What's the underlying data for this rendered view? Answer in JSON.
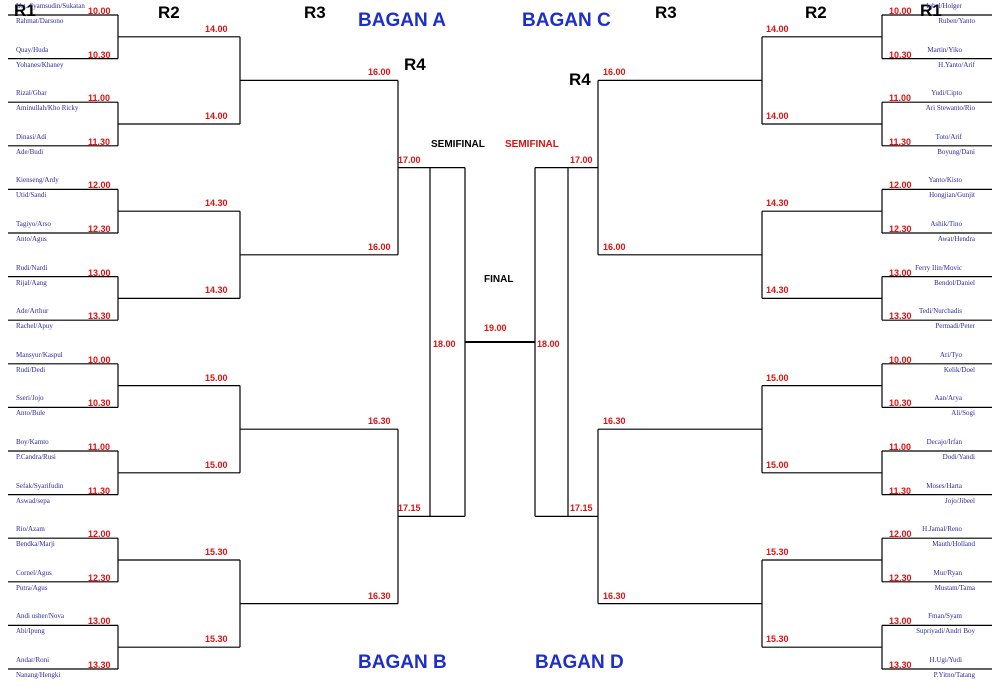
{
  "headers": {
    "left": [
      "R1",
      "R2",
      "R3",
      "R4"
    ],
    "right": [
      "R3",
      "R2",
      "R1",
      "R4"
    ]
  },
  "bagan": {
    "a": "BAGAN A",
    "b": "BAGAN B",
    "c": "BAGAN C",
    "d": "BAGAN D"
  },
  "labels": {
    "semifinal": "SEMIFINAL",
    "final": "FINAL"
  },
  "left_r1": [
    {
      "t1": "Ust. Syamsudin/Sukatan",
      "t2": "Rahmat/Darsono",
      "time": "10.00"
    },
    {
      "t1": "Quay/Huda",
      "t2": "Yohanes/Khaney",
      "time": "10.30"
    },
    {
      "t1": "Rizal/Gbar",
      "t2": "Aminullah/Kho Ricky",
      "time": "11.00"
    },
    {
      "t1": "Dinasi/Adi",
      "t2": "Ade/Budi",
      "time": "11.30"
    },
    {
      "t1": "Kienseng/Ardy",
      "t2": "Utid/Sandi",
      "time": "12.00"
    },
    {
      "t1": "Tagiyo/Arso",
      "t2": "Anto/Agus",
      "time": "12.30"
    },
    {
      "t1": "Rudi/Nardi",
      "t2": "Rijal/Aang",
      "time": "13.00"
    },
    {
      "t1": "Ade/Arthur",
      "t2": "Rachel/Apuy",
      "time": "13.30"
    },
    {
      "t1": "Mansyur/Kaspul",
      "t2": "Rudi/Dedi",
      "time": "10.00"
    },
    {
      "t1": "Sseri/Jojo",
      "t2": "Anto/Bule",
      "time": "10.30"
    },
    {
      "t1": "Boy/Kamto",
      "t2": "P.Candra/Rusi",
      "time": "11.00"
    },
    {
      "t1": "Sefak/Syarifudin",
      "t2": "Aswad/sepa",
      "time": "11.30"
    },
    {
      "t1": "Rio/Azam",
      "t2": "Bendka/Marji",
      "time": "12.00"
    },
    {
      "t1": "Cornel/Agus",
      "t2": "Putra/Agus",
      "time": "12.30"
    },
    {
      "t1": "Andi usher/Nova",
      "t2": "Abi/Ipung",
      "time": "13.00"
    },
    {
      "t1": "Andar/Roni",
      "t2": "Nanang/Hengki",
      "time": "13.30"
    }
  ],
  "left_r2": [
    "14.00",
    "14.00",
    "14.30",
    "14.30",
    "15.00",
    "15.00",
    "15.30",
    "15.30"
  ],
  "left_r3": [
    "16.00",
    "16.00",
    "16.30",
    "16.30"
  ],
  "left_r4": [
    "17.00",
    "17.15"
  ],
  "left_final": "18.00",
  "final_time": "19.00",
  "right_r1": [
    {
      "t1": "Iqbal/Holger",
      "t2": "Ruben/Yanto",
      "time": "10.00"
    },
    {
      "t1": "Martin/Yiko",
      "t2": "H.Yanto/Arif",
      "time": "10.30"
    },
    {
      "t1": "Yudi/Cipto",
      "t2": "Ari Stewanto/Rio",
      "time": "11.00"
    },
    {
      "t1": "Toto/Arif",
      "t2": "Boyung/Dani",
      "time": "11.30"
    },
    {
      "t1": "Yanto/Kisto",
      "t2": "Hongjian/Gunjit",
      "time": "12.00"
    },
    {
      "t1": "Ashik/Tino",
      "t2": "Awat/Hendra",
      "time": "12.30"
    },
    {
      "t1": "Ferry Ilin/Movic",
      "t2": "Bendol/Daniel",
      "time": "13.00"
    },
    {
      "t1": "Tedi/Nurchadis",
      "t2": "Permadi/Peter",
      "time": "13.30"
    },
    {
      "t1": "Ari/Tyo",
      "t2": "Kelik/Doel",
      "time": "10.00"
    },
    {
      "t1": "Aan/Arya",
      "t2": "Ali/Sogi",
      "time": "10.30"
    },
    {
      "t1": "Decajo/Irfan",
      "t2": "Dodi/Yandi",
      "time": "11.00"
    },
    {
      "t1": "Moses/Harta",
      "t2": "Jojo/Jibeel",
      "time": "11.30"
    },
    {
      "t1": "H.Jamal/Reno",
      "t2": "Mauth/Holland",
      "time": "12.00"
    },
    {
      "t1": "Mur/Ryan",
      "t2": "Mustam/Tama",
      "time": "12.30"
    },
    {
      "t1": "Fman/Syam",
      "t2": "Supriyadi/Andri Boy",
      "time": "13.00"
    },
    {
      "t1": "H.Ugi/Yudi",
      "t2": "P.Yitno/Tatang",
      "time": "13.30"
    }
  ],
  "right_r2": [
    "14.00",
    "14.00",
    "14.30",
    "14.30",
    "15.00",
    "15.00",
    "15.30",
    "15.30"
  ],
  "right_r3": [
    "16.00",
    "16.00",
    "16.30",
    "16.30"
  ],
  "right_r4": [
    "17.00",
    "17.15"
  ],
  "right_final": "18.00",
  "colors": {
    "line": "#000000",
    "time": "#e01010",
    "team": "#2a2aa0",
    "bagan": "#1d2fc9"
  }
}
